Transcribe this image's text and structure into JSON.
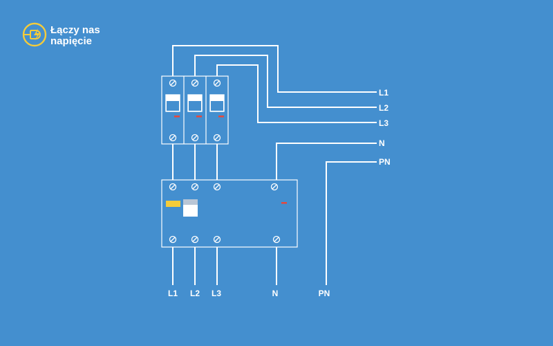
{
  "logo": {
    "line1": "Łączy nas",
    "line2": "napięcie",
    "icon": "plug-bolt-icon"
  },
  "colors": {
    "background": "#448fcf",
    "line": "#ffffff",
    "indicator_red": "#e8473a",
    "indicator_yellow": "#f5cc3a",
    "switch_grey": "#b9c6d6"
  },
  "supply_labels": [
    "L1",
    "L2",
    "L3",
    "N",
    "PN"
  ],
  "output_labels": [
    "L1",
    "L2",
    "L3",
    "N",
    "PN"
  ]
}
